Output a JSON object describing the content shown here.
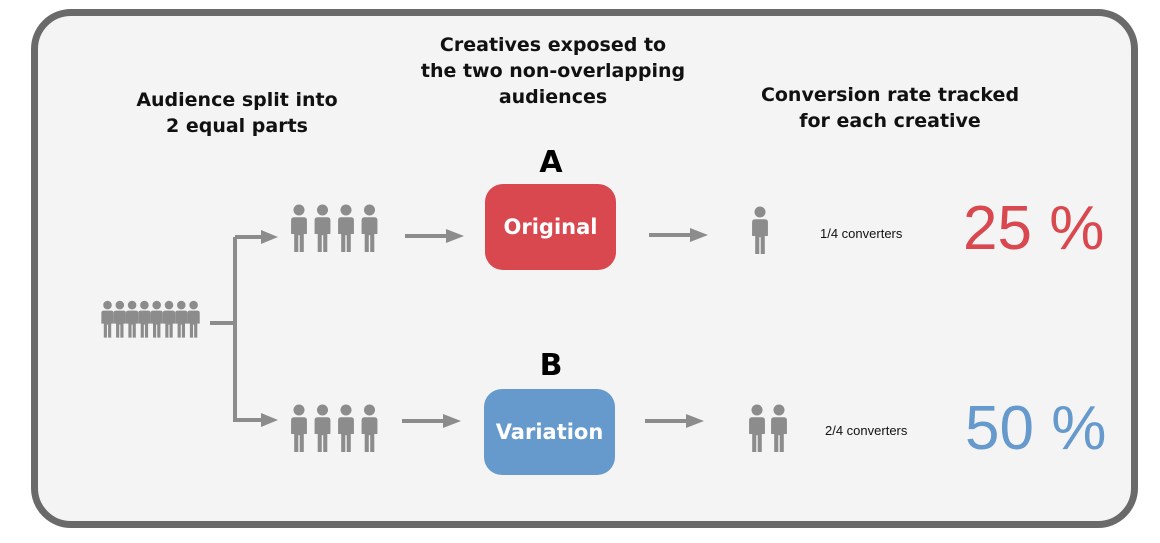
{
  "headings": {
    "split": "Audience split into\n2 equal parts",
    "creatives": "Creatives exposed to\nthe two non-overlapping\naudiences",
    "conversion": "Conversion rate tracked\nfor each creative"
  },
  "groups": [
    {
      "letter": "A",
      "creative_label": "Original",
      "creative_color": "#d9474f",
      "audience_size": 4,
      "converters": 1,
      "converters_label": "1/4 converters",
      "rate_label": "25 %",
      "rate_color": "#d9474f"
    },
    {
      "letter": "B",
      "creative_label": "Variation",
      "creative_color": "#6699cc",
      "audience_size": 4,
      "converters": 2,
      "converters_label": "2/4 converters",
      "rate_label": "50 %",
      "rate_color": "#6699cc"
    }
  ],
  "full_audience_size": 8,
  "colors": {
    "frame": "#6a6a6a",
    "background": "#f4f4f4",
    "person": "#8c8c8c",
    "arrow": "#8c8c8c"
  },
  "icons": {
    "person": "person-icon",
    "arrow": "arrow-right-icon"
  }
}
